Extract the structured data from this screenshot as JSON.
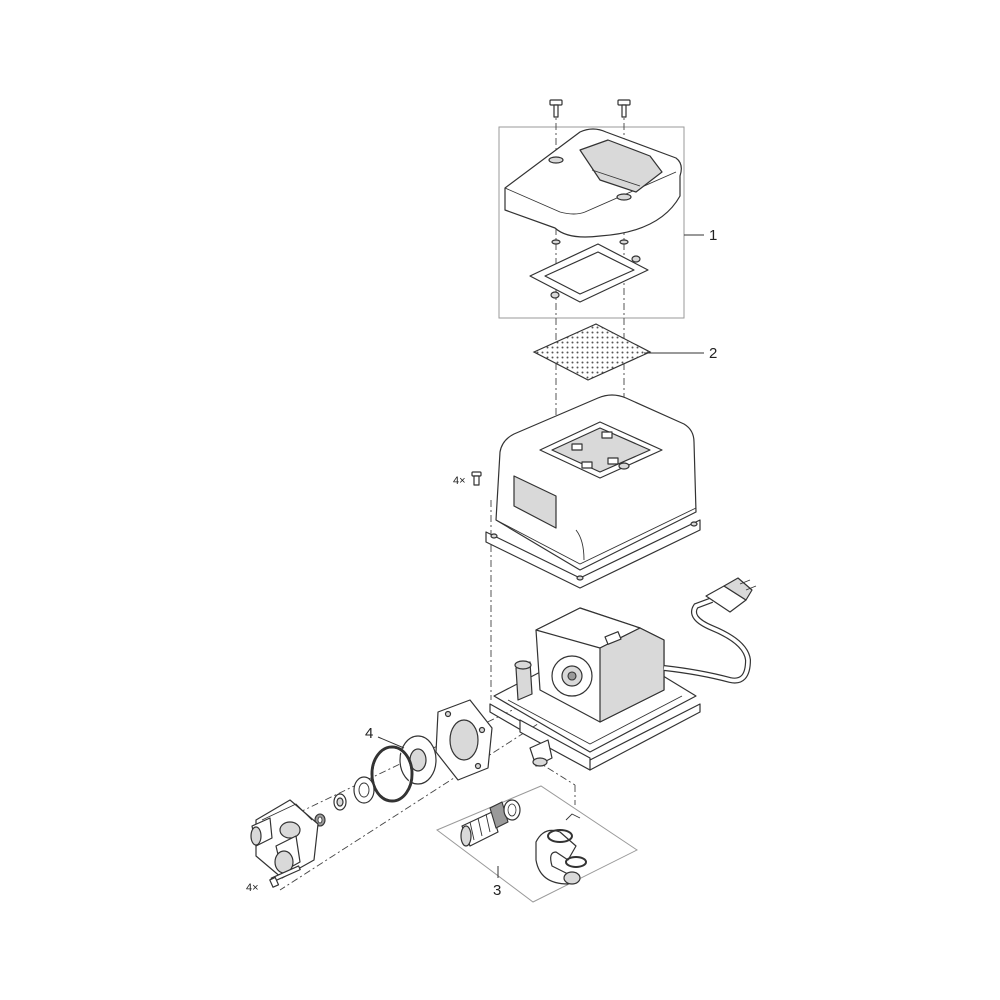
{
  "labels": {
    "cover": "1",
    "filter": "2",
    "hose_kit": "3",
    "membrane": "4"
  },
  "quantities": {
    "housing_screws": "4×",
    "head_screws": "4×"
  },
  "colors": {
    "line": "#333333",
    "frame": "#9a9a9a",
    "fill_light": "#d9d9d9",
    "fill_dark": "#9a9a9a"
  }
}
